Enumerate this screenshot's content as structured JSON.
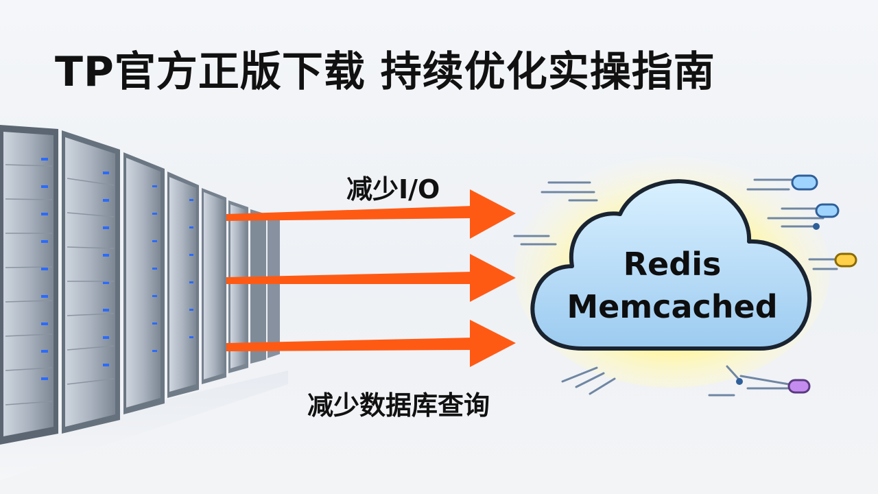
{
  "title": "TP官方正版下载 持续优化实操指南",
  "arrows": {
    "top_label": "减少I/O",
    "bottom_label": "减少数据库查询"
  },
  "cloud": {
    "line1": "Redis",
    "line2": "Memcached"
  },
  "colors": {
    "arrow": "#ff5a14",
    "cloud_fill": "#bfe1f7",
    "cloud_glow": "#fff7b0",
    "server_light": "#2a6bff"
  }
}
